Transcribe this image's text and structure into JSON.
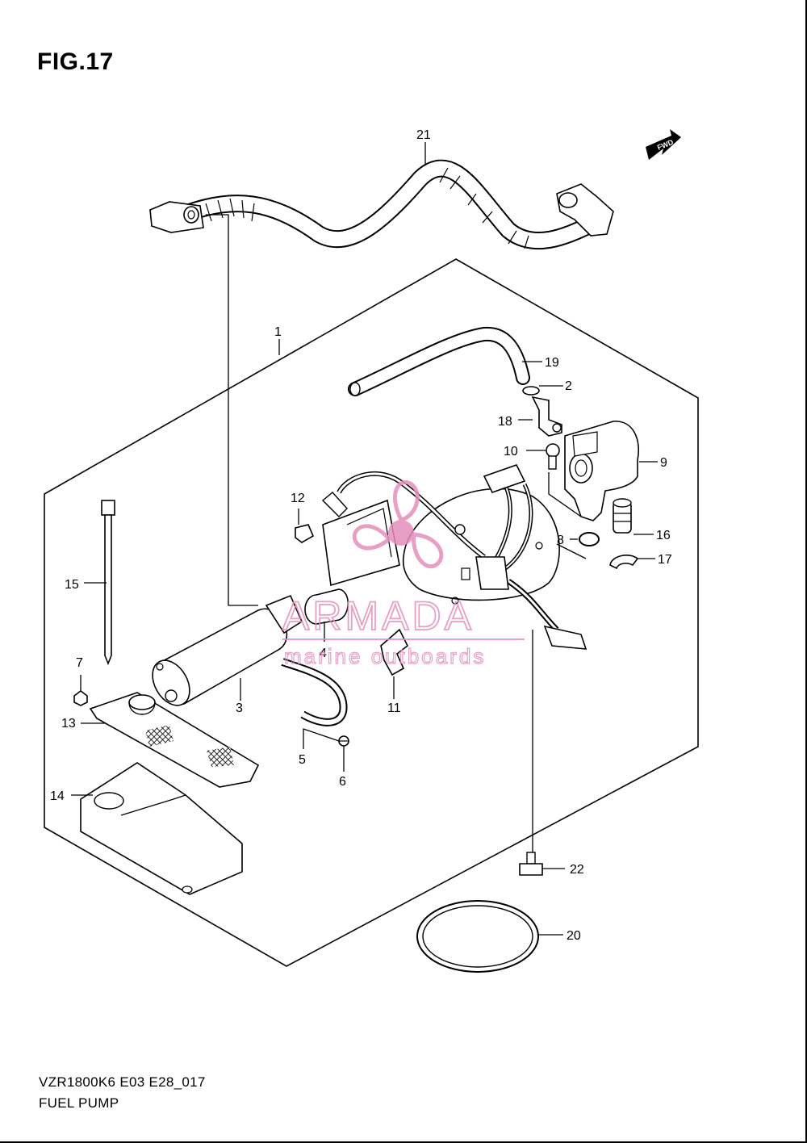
{
  "figure_title": "FIG.17",
  "fwd_badge": "FWD",
  "callouts": {
    "p1": "1",
    "p2": "2",
    "p3": "3",
    "p4": "4",
    "p5": "5",
    "p6": "6",
    "p7": "7",
    "p8": "8",
    "p9": "9",
    "p10": "10",
    "p11": "11",
    "p12": "12",
    "p13": "13",
    "p14": "14",
    "p15": "15",
    "p16": "16",
    "p17": "17",
    "p18": "18",
    "p19": "19",
    "p20": "20",
    "p21": "21",
    "p22": "22"
  },
  "watermark": {
    "brand": "ARMADA",
    "tagline": "marine outboards",
    "color": "#e58fbd"
  },
  "footer": {
    "code": "VZR1800K6 E03 E28_017",
    "name": "FUEL PUMP"
  }
}
